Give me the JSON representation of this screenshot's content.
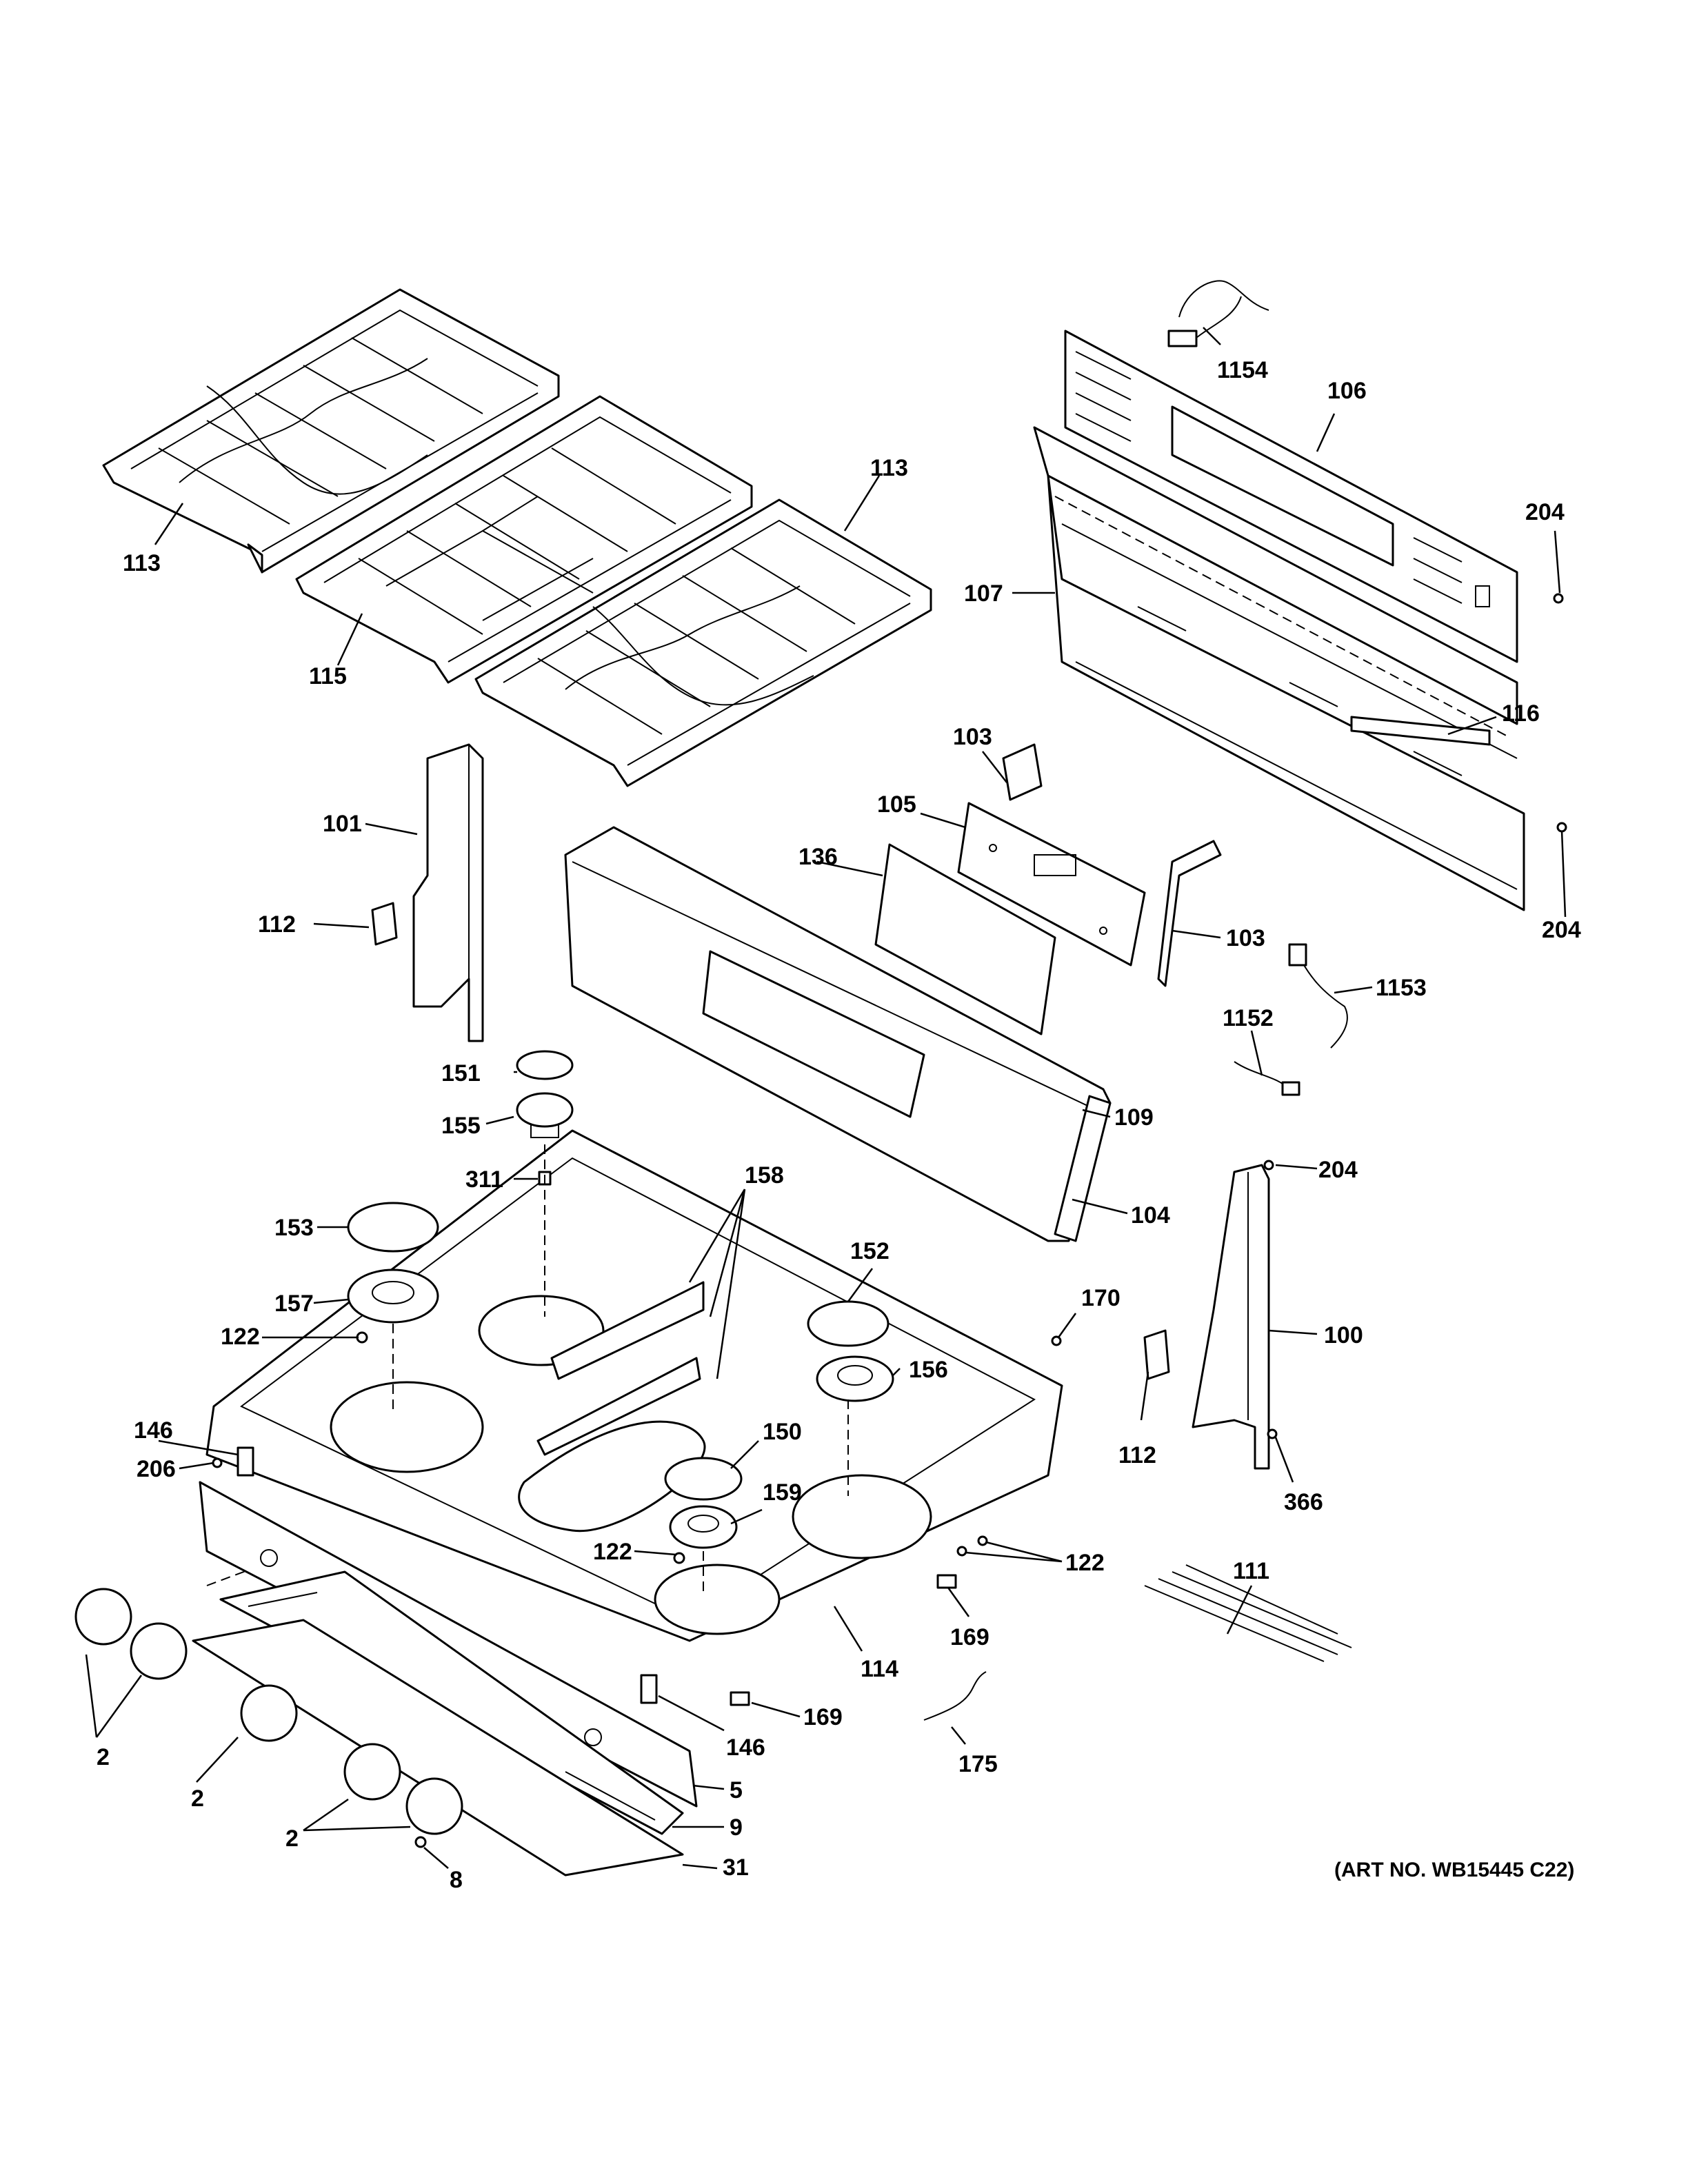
{
  "callouts": [
    {
      "id": "grate-left",
      "text": "113"
    },
    {
      "id": "grate-right",
      "text": "113"
    },
    {
      "id": "grate-center",
      "text": "115"
    },
    {
      "id": "harness-top",
      "text": "1154"
    },
    {
      "id": "backguard-rear",
      "text": "106"
    },
    {
      "id": "screw-top-right",
      "text": "204"
    },
    {
      "id": "backguard-frame",
      "text": "107"
    },
    {
      "id": "trim-strip",
      "text": "116"
    },
    {
      "id": "bracket-left-top",
      "text": "103"
    },
    {
      "id": "control-board",
      "text": "105"
    },
    {
      "id": "side-trim-left",
      "text": "101"
    },
    {
      "id": "overlay-glass",
      "text": "136"
    },
    {
      "id": "bracket-right-bottom",
      "text": "103"
    },
    {
      "id": "screw-right-mid",
      "text": "204"
    },
    {
      "id": "hinge-left",
      "text": "112"
    },
    {
      "id": "harness-right",
      "text": "1153"
    },
    {
      "id": "harness-small",
      "text": "1152"
    },
    {
      "id": "cap-small",
      "text": "151"
    },
    {
      "id": "head-small",
      "text": "155"
    },
    {
      "id": "end-cap",
      "text": "109"
    },
    {
      "id": "screw-side",
      "text": "204"
    },
    {
      "id": "orifice",
      "text": "311"
    },
    {
      "id": "grate-griddle",
      "text": "158"
    },
    {
      "id": "backguard-front",
      "text": "104"
    },
    {
      "id": "cap-large-left",
      "text": "153"
    },
    {
      "id": "cap-right",
      "text": "152"
    },
    {
      "id": "head-large-left",
      "text": "157"
    },
    {
      "id": "clip",
      "text": "170"
    },
    {
      "id": "side-trim-right",
      "text": "100"
    },
    {
      "id": "screw-left",
      "text": "122"
    },
    {
      "id": "head-right",
      "text": "156"
    },
    {
      "id": "hinge-right",
      "text": "112"
    },
    {
      "id": "bracket-146-left",
      "text": "146"
    },
    {
      "id": "cap-center",
      "text": "150"
    },
    {
      "id": "screw-206",
      "text": "206"
    },
    {
      "id": "head-center",
      "text": "159"
    },
    {
      "id": "screw-366",
      "text": "366"
    },
    {
      "id": "screw-center",
      "text": "122"
    },
    {
      "id": "screws-right",
      "text": "122"
    },
    {
      "id": "wiring-111",
      "text": "111"
    },
    {
      "id": "clip-169-right",
      "text": "169"
    },
    {
      "id": "cooktop",
      "text": "114"
    },
    {
      "id": "clip-169-center",
      "text": "169"
    },
    {
      "id": "bracket-146-right",
      "text": "146"
    },
    {
      "id": "wire-175",
      "text": "175"
    },
    {
      "id": "knobs-pair-top",
      "text": "2"
    },
    {
      "id": "knob-single",
      "text": "2"
    },
    {
      "id": "manifold-panel",
      "text": "5"
    },
    {
      "id": "knobs-pair-bottom",
      "text": "2"
    },
    {
      "id": "heat-shield",
      "text": "9"
    },
    {
      "id": "screw-8",
      "text": "8"
    },
    {
      "id": "manifold-cover",
      "text": "31"
    }
  ],
  "art_number": "(ART NO. WB15445 C22)"
}
